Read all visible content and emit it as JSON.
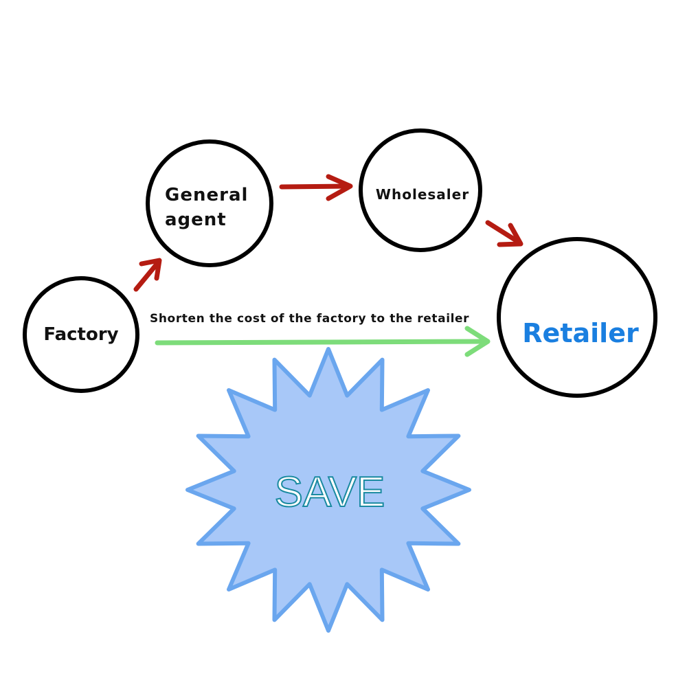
{
  "nodes": {
    "factory": {
      "label": "Factory"
    },
    "general_agent": {
      "label_line1": "General",
      "label_line2": "agent"
    },
    "wholesaler": {
      "label": "Wholesaler"
    },
    "retailer": {
      "label": "Retailer"
    }
  },
  "direct_route": {
    "label": "Shorten the cost of the factory to the retailer"
  },
  "badge": {
    "label": "SAVE"
  },
  "colors": {
    "node_stroke": "#000000",
    "chain_arrow": "#b51c12",
    "direct_arrow": "#7ddc7a",
    "retailer_text": "#1a7fe0",
    "badge_fill": "#a8c8f8",
    "badge_stroke": "#6aa6ee",
    "badge_text_stroke": "#1a8aa0"
  }
}
